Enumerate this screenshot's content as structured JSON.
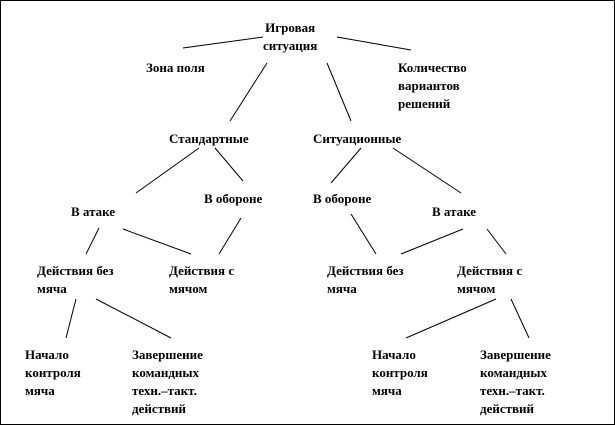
{
  "nodes": {
    "root": [
      "Игровая",
      "ситуация"
    ],
    "field_zone": [
      "Зона поля"
    ],
    "num_solutions": [
      "Количество",
      "вариантов",
      "решений"
    ],
    "standard": [
      "Стандартные"
    ],
    "situational": [
      "Ситуационные"
    ],
    "std_attack": [
      "В атаке"
    ],
    "std_defense": [
      "В обороне"
    ],
    "sit_defense": [
      "В обороне"
    ],
    "sit_attack": [
      "В атаке"
    ],
    "std_no_ball": [
      "Действия без",
      "мяча"
    ],
    "std_with_ball": [
      "Действия с",
      "мячом"
    ],
    "sit_no_ball": [
      "Действия без",
      "мяча"
    ],
    "sit_with_ball": [
      "Действия с",
      "мячом"
    ],
    "std_start": [
      "Начало",
      "контроля",
      "мяча"
    ],
    "std_finish": [
      "Завершение",
      "командных",
      "техн.–такт.",
      "действий"
    ],
    "sit_start": [
      "Начало",
      "контроля",
      "мяча"
    ],
    "sit_finish": [
      "Завершение",
      "командных",
      "техн.–такт.",
      "действий"
    ]
  },
  "edges": [
    [
      "root",
      "field_zone"
    ],
    [
      "root",
      "num_solutions"
    ],
    [
      "root",
      "standard"
    ],
    [
      "root",
      "situational"
    ],
    [
      "standard",
      "std_attack"
    ],
    [
      "standard",
      "std_defense"
    ],
    [
      "situational",
      "sit_defense"
    ],
    [
      "situational",
      "sit_attack"
    ],
    [
      "std_attack",
      "std_no_ball"
    ],
    [
      "std_attack",
      "std_with_ball"
    ],
    [
      "std_defense",
      "std_with_ball"
    ],
    [
      "sit_defense",
      "sit_no_ball"
    ],
    [
      "sit_attack",
      "sit_no_ball"
    ],
    [
      "sit_attack",
      "sit_with_ball"
    ],
    [
      "std_no_ball",
      "std_start"
    ],
    [
      "std_no_ball",
      "std_finish"
    ],
    [
      "sit_with_ball",
      "sit_start"
    ],
    [
      "sit_with_ball",
      "sit_finish"
    ]
  ]
}
